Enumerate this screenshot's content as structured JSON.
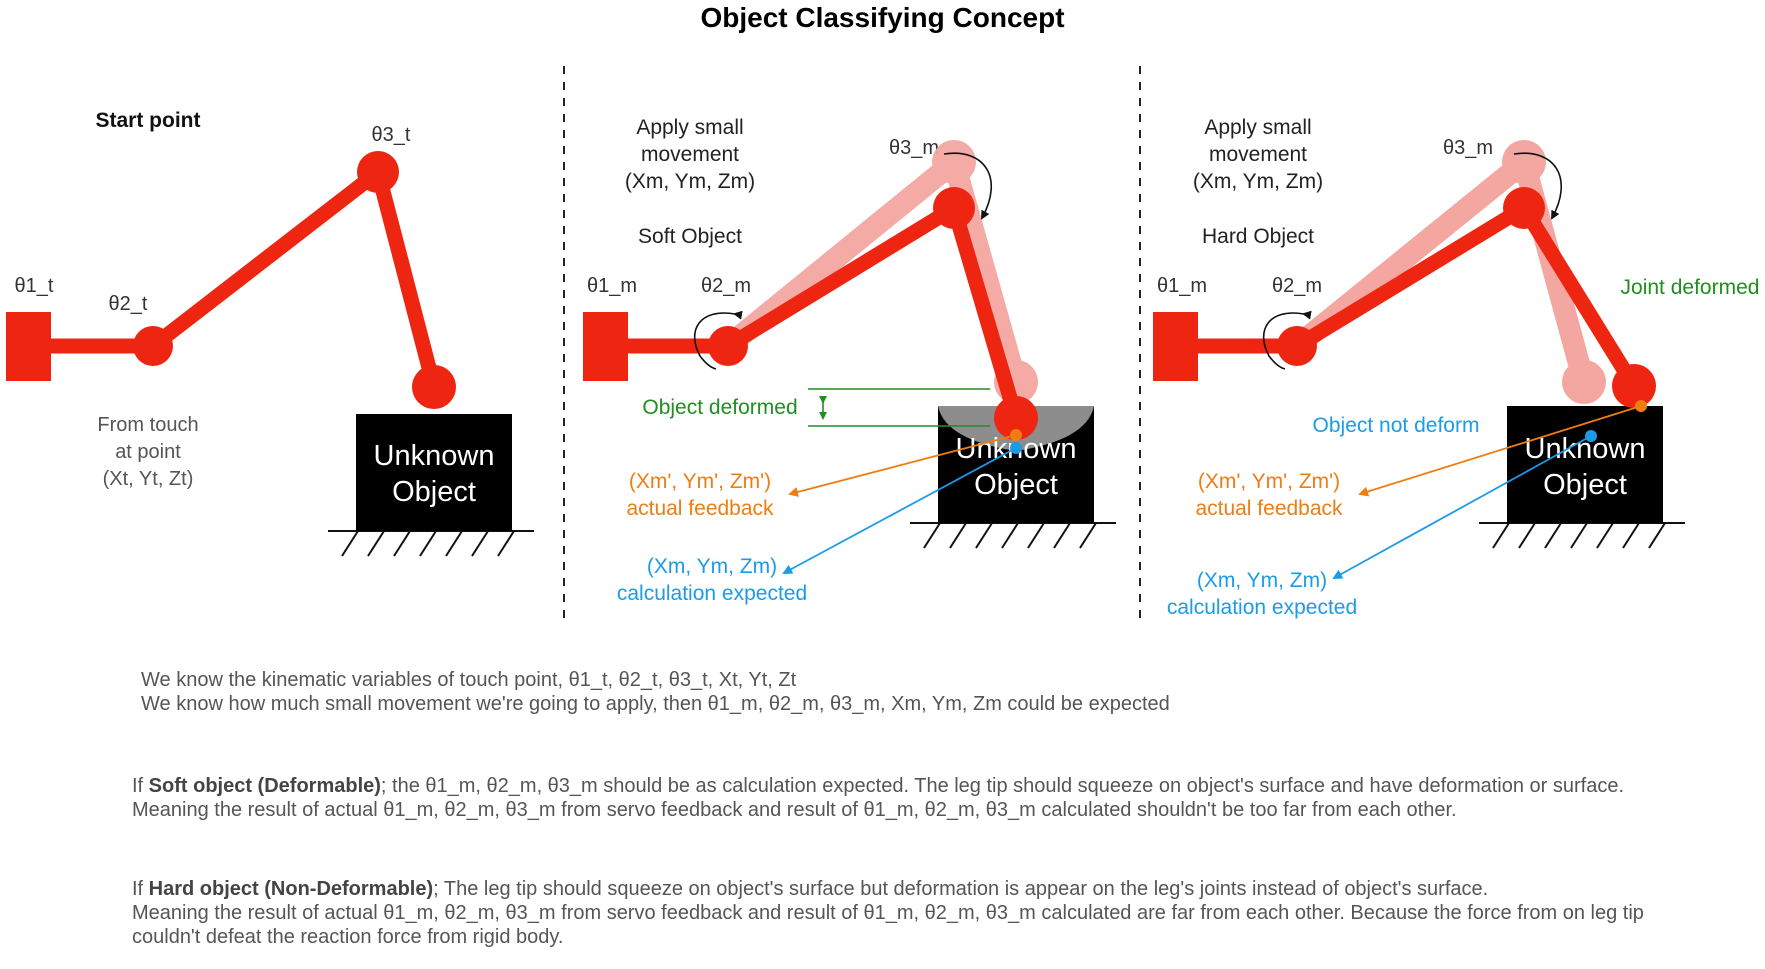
{
  "title": "Object Classifying Concept",
  "colors": {
    "arm": "#ee2511",
    "arm_ghost": "#f4a7a1",
    "text": "#222222",
    "green": "#1f8f1f",
    "orange": "#ee7d12",
    "blue": "#1b9be8",
    "notes": "#555555"
  },
  "panels": {
    "start": {
      "heading": "Start point",
      "theta1": "θ1_t",
      "theta2": "θ2_t",
      "theta3": "θ3_t",
      "touch_line1": "From touch",
      "touch_line2": "at point",
      "touch_line3": "(Xt, Yt, Zt)",
      "object_line1": "Unknown",
      "object_line2": "Object"
    },
    "soft": {
      "move_line1": "Apply small",
      "move_line2": "movement",
      "move_line3": "(Xm, Ym, Zm)",
      "type": "Soft Object",
      "theta1": "θ1_m",
      "theta2": "θ2_m",
      "theta3": "θ3_m",
      "deform_label": "Object deformed",
      "actual_line1": "(Xm', Ym', Zm')",
      "actual_line2": "actual feedback",
      "expected_line1": "(Xm, Ym, Zm)",
      "expected_line2": "calculation expected",
      "object_line1": "Unknown",
      "object_line2": "Object"
    },
    "hard": {
      "move_line1": "Apply small",
      "move_line2": "movement",
      "move_line3": "(Xm, Ym, Zm)",
      "type": "Hard Object",
      "theta1": "θ1_m",
      "theta2": "θ2_m",
      "theta3": "θ3_m",
      "joint_label": "Joint deformed",
      "not_deform_label": "Object not deform",
      "actual_line1": "(Xm', Ym', Zm')",
      "actual_line2": "actual feedback",
      "expected_line1": "(Xm, Ym, Zm)",
      "expected_line2": "calculation expected",
      "object_line1": "Unknown",
      "object_line2": "Object"
    }
  },
  "notes": {
    "know1": "We know the kinematic variables of touch point, θ1_t, θ2_t, θ3_t, Xt, Yt, Zt",
    "know2": "We know how much small movement we're going to apply, then θ1_m, θ2_m, θ3_m, Xm, Ym, Zm could be expected",
    "soft_prefix": "If ",
    "soft_bold": "Soft object (Deformable)",
    "soft_rest": "; the θ1_m, θ2_m, θ3_m should be as calculation expected. The leg tip should squeeze on object's surface and have deformation or surface.",
    "soft_meaning": "Meaning the result of actual  θ1_m, θ2_m, θ3_m from servo feedback and result of θ1_m, θ2_m, θ3_m calculated shouldn't be too far from each other.",
    "hard_prefix": "If ",
    "hard_bold": "Hard object (Non-Deformable)",
    "hard_rest": "; The leg tip should squeeze on object's surface but deformation is appear on the leg's joints instead of object's surface.",
    "hard_meaning": "Meaning the result of actual  θ1_m, θ2_m, θ3_m from servo feedback and result of θ1_m, θ2_m, θ3_m calculated are far from each other. Because the force from on leg tip couldn't defeat the reaction force from rigid body."
  }
}
